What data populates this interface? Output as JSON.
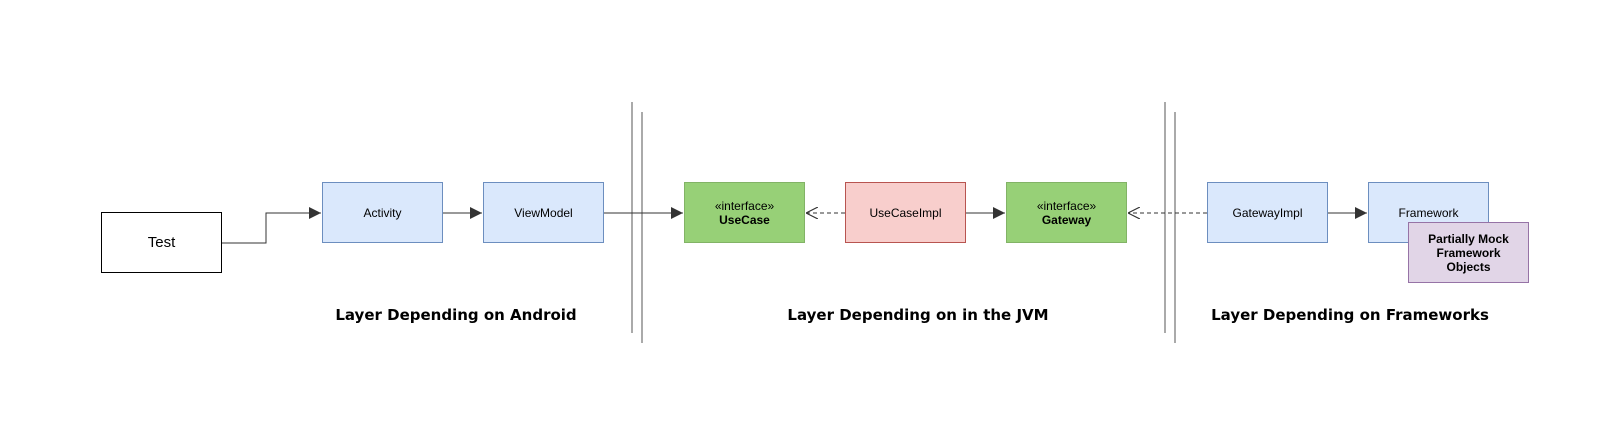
{
  "nodes": {
    "test": {
      "label": "Test"
    },
    "activity": {
      "label": "Activity"
    },
    "viewmodel": {
      "label": "ViewModel"
    },
    "usecase": {
      "stereotype": "«interface»",
      "label": "UseCase"
    },
    "usecaseimpl": {
      "label": "UseCaseImpl"
    },
    "gateway": {
      "stereotype": "«interface»",
      "label": "Gateway"
    },
    "gatewayimpl": {
      "label": "GatewayImpl"
    },
    "framework": {
      "label": "Framework"
    },
    "mock": {
      "line1": "Partially Mock",
      "line2": "Framework",
      "line3": "Objects"
    }
  },
  "layers": {
    "android": "Layer Depending on Android",
    "jvm": "Layer Depending on in the JVM",
    "frameworks": "Layer Depending on Frameworks"
  },
  "colors": {
    "blue_fill": "#dae8fc",
    "blue_stroke": "#6c8ebf",
    "green_fill": "#97d077",
    "green_stroke": "#82b366",
    "red_fill": "#f8cecc",
    "red_stroke": "#b85450",
    "purple_fill": "#e1d5e7",
    "purple_stroke": "#9673a6",
    "separator": "#aaaaaa"
  },
  "edges": [
    {
      "from": "Test",
      "to": "Activity",
      "style": "solid"
    },
    {
      "from": "Activity",
      "to": "ViewModel",
      "style": "solid"
    },
    {
      "from": "ViewModel",
      "to": "UseCase",
      "style": "solid"
    },
    {
      "from": "UseCaseImpl",
      "to": "UseCase",
      "style": "dashed-open"
    },
    {
      "from": "UseCaseImpl",
      "to": "Gateway",
      "style": "solid"
    },
    {
      "from": "GatewayImpl",
      "to": "Gateway",
      "style": "dashed-open"
    },
    {
      "from": "GatewayImpl",
      "to": "Framework",
      "style": "solid"
    }
  ]
}
